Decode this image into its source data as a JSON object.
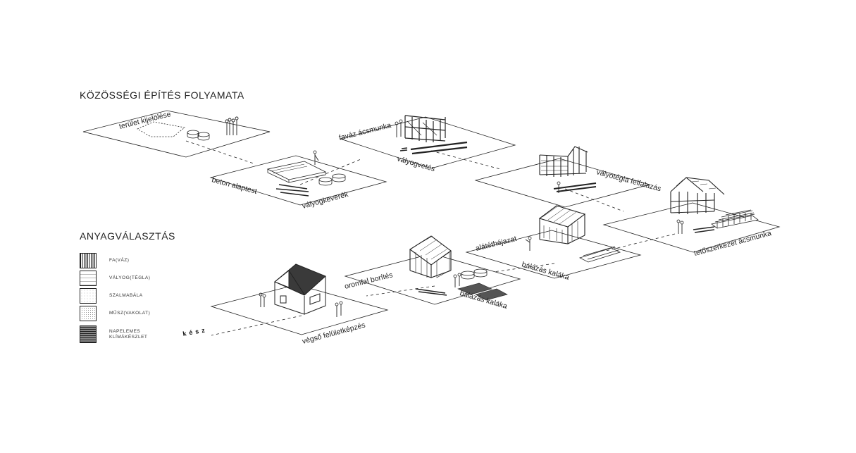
{
  "headings": {
    "process": "KÖZÖSSÉGI ÉPÍTÉS FOLYAMATA",
    "materials": "ANYAGVÁLASZTÁS"
  },
  "planes": [
    {
      "id": "terulet",
      "labels": [
        "terület kijelölése"
      ]
    },
    {
      "id": "beton",
      "labels": [
        "beton alaptest",
        "vályogkeverék"
      ]
    },
    {
      "id": "favaz",
      "labels": [
        "faváz ácsmunka",
        "vályogvetés"
      ]
    },
    {
      "id": "valyogtegla",
      "labels": [
        "vályotégla felfalazás"
      ]
    },
    {
      "id": "teto",
      "labels": [
        "tetőszerkezet ácsmunka"
      ]
    },
    {
      "id": "alatet",
      "labels": [
        "alátéthéjazat",
        "bálázás kaláka"
      ]
    },
    {
      "id": "oromfal",
      "labels": [
        "oromfal borítés",
        "bálázás kaláka"
      ]
    },
    {
      "id": "vegso",
      "labels": [
        "végső felületképzés"
      ]
    }
  ],
  "finish_label": "kész",
  "legend": [
    {
      "label": "FA(VÁZ)",
      "pattern": "wood"
    },
    {
      "label": "VÁLYOG(TÉGLA)",
      "pattern": "brick"
    },
    {
      "label": "SZALMABÁLA",
      "pattern": "straw"
    },
    {
      "label": "MŰSZ(VAKOLAT)",
      "pattern": "plaster"
    },
    {
      "label": "NAPELEMES KLÍMÁKÉSZLET",
      "pattern": "solar"
    }
  ],
  "colors": {
    "ink": "#222222",
    "paper": "#ffffff",
    "roof": "#3a3a3a"
  }
}
